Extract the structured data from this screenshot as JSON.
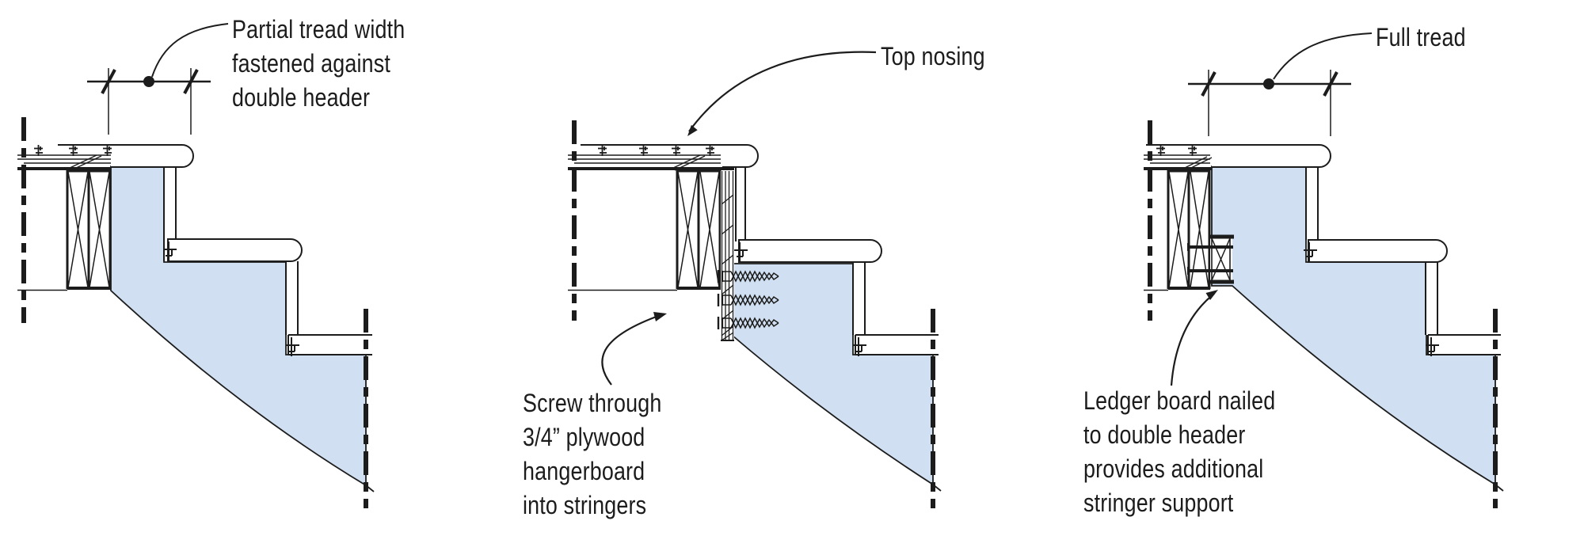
{
  "colors": {
    "ink": "#1c1c1c",
    "stringer_fill": "#d0e0f2",
    "background": "#ffffff"
  },
  "annotations": {
    "panel_left": {
      "label_lines": [
        "Partial tread width",
        "fastened against",
        "double header"
      ]
    },
    "panel_middle": {
      "top_label": "Top nosing",
      "bottom_label_lines": [
        "Screw through",
        "3/4” plywood",
        "hangerboard",
        "into stringers"
      ]
    },
    "panel_right": {
      "top_label": "Full tread",
      "bottom_label_lines": [
        "Ledger board nailed",
        "to double header",
        "provides additional",
        "stringer support"
      ]
    }
  }
}
